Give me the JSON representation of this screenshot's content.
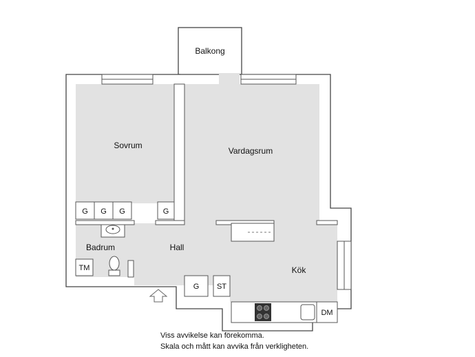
{
  "rooms": {
    "balcony": "Balkong",
    "bedroom": "Sovrum",
    "living": "Vardagsrum",
    "bathroom": "Badrum",
    "hall": "Hall",
    "kitchen": "Kök"
  },
  "units": {
    "wardrobe": "G",
    "washing_machine": "TM",
    "dryer_cabinet": "ST",
    "dishwasher": "DM"
  },
  "disclaimer": {
    "line1": "Viss avvikelse kan förekomma.",
    "line2": "Skala och mått kan avvika från verkligheten."
  }
}
